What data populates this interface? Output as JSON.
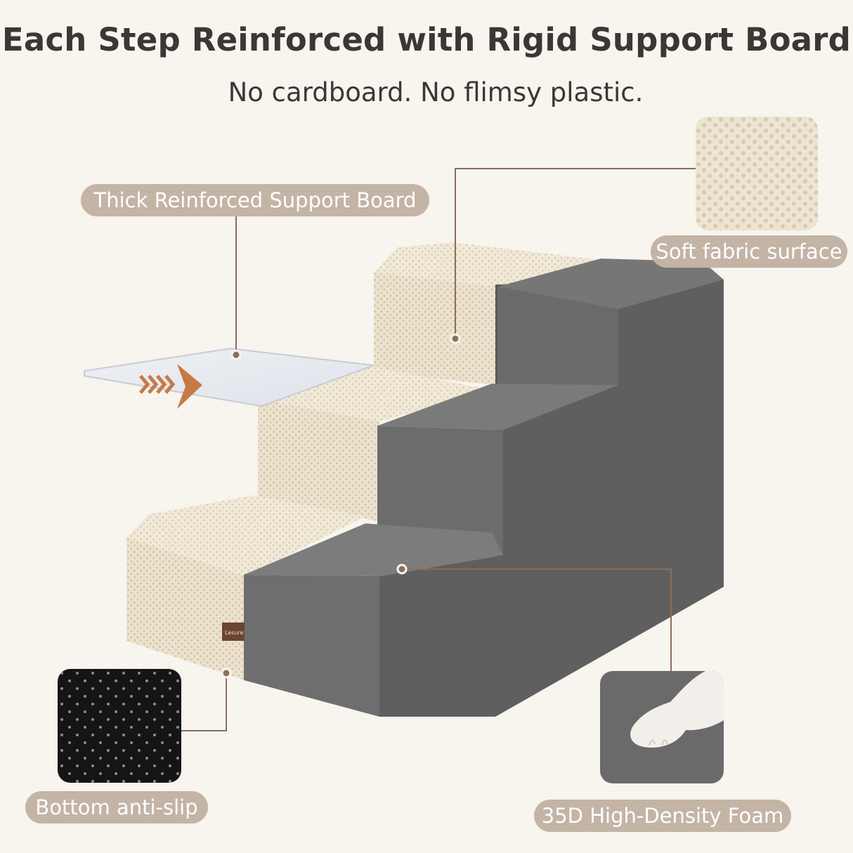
{
  "header": {
    "title": "Each Step Reinforced with Rigid Support Board",
    "subtitle": "No cardboard. No flimsy plastic."
  },
  "callouts": {
    "support_board": "Thick Reinforced Support Board",
    "fabric": "Soft fabric surface",
    "anti_slip": "Bottom anti-slip",
    "foam": "35D High-Density Foam"
  },
  "product": {
    "logo_text": "Lesure"
  },
  "colors": {
    "background": "#f8f4ee",
    "pill": "#c3b4a6",
    "leader_line": "#8a6f5a",
    "foam_gray": "#6a6a6a",
    "fabric_beige": "#ece2ce",
    "arrow": "#c67a45"
  }
}
